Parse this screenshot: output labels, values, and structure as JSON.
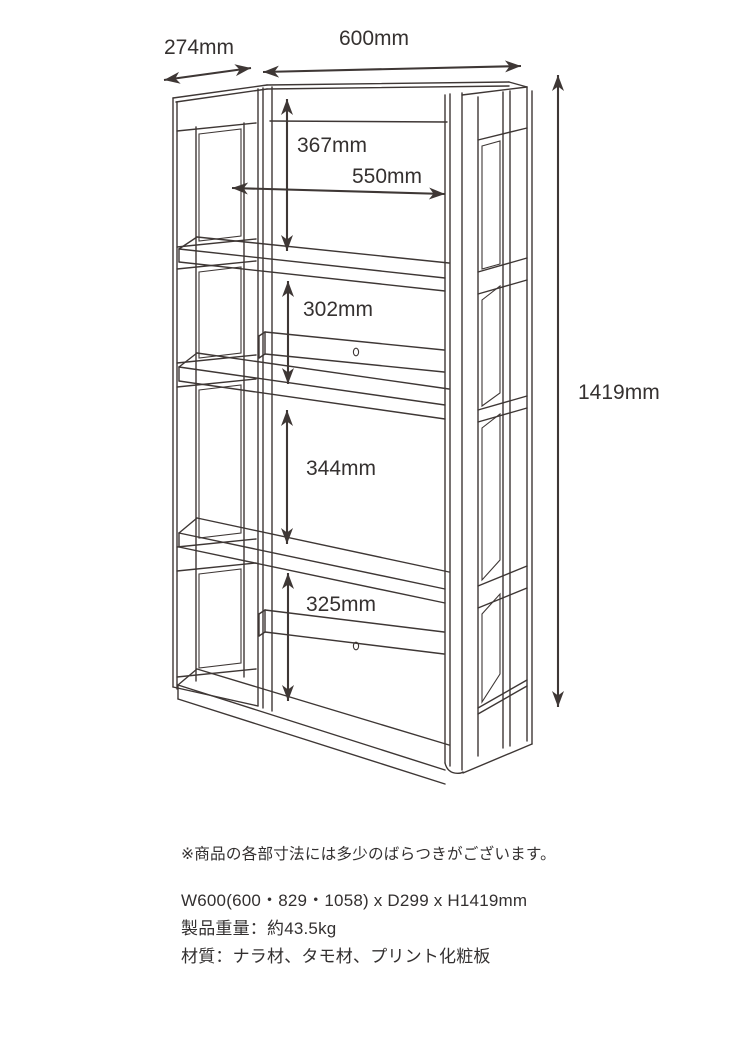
{
  "diagram": {
    "title": "shelf-dimension-diagram",
    "ink_color": "#3e3735",
    "dims": {
      "depth_label": "274mm",
      "width_label": "600mm",
      "height_label": "1419mm",
      "inner_width_label": "550mm",
      "shelf_space_1": "367mm",
      "shelf_space_2": "302mm",
      "shelf_space_3": "344mm",
      "shelf_space_4": "325mm"
    }
  },
  "notes": {
    "disclaimer": "※商品の各部寸法には多少のばらつきがございます。",
    "size_spec": "W600(600・829・1058) x D299 x H1419mm",
    "weight": "製品重量：約43.5kg",
    "material": "材質：ナラ材、タモ材、プリント化粧板"
  }
}
